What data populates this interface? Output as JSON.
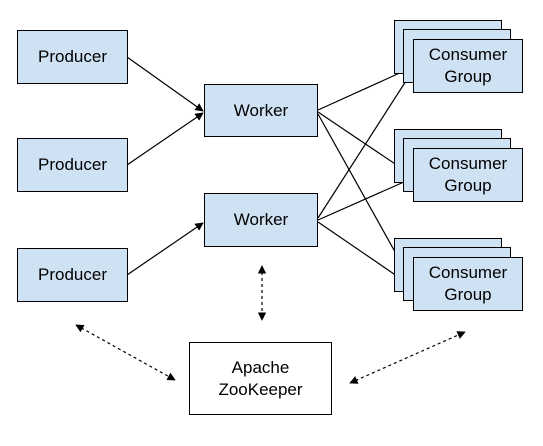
{
  "producers": [
    "Producer",
    "Producer",
    "Producer"
  ],
  "workers": [
    "Worker",
    "Worker"
  ],
  "consumer_groups": [
    "Consumer\nGroup",
    "Consumer\nGroup",
    "Consumer\nGroup"
  ],
  "zookeeper": "Apache\nZooKeeper",
  "colors": {
    "node_fill": "#cfe2f3",
    "zookeeper_fill": "#ffffff",
    "stroke": "#000000"
  }
}
